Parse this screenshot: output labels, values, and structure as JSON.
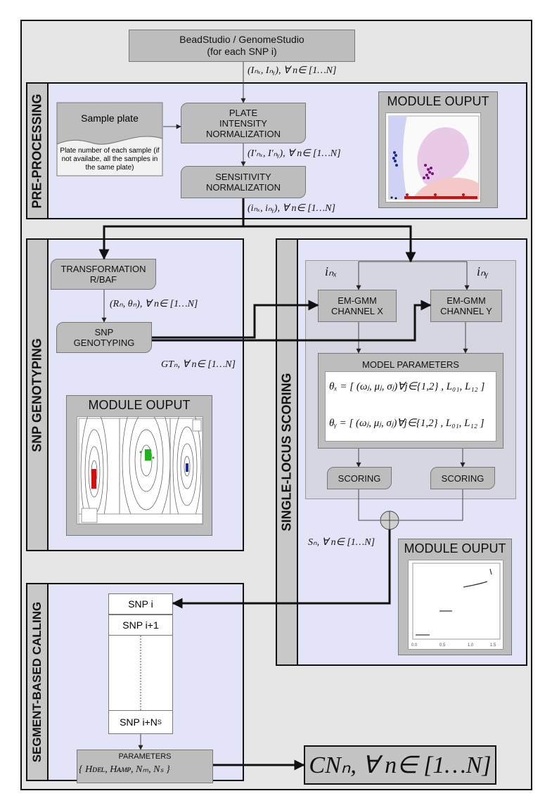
{
  "source": {
    "line1": "BeadStudio / GenomeStudio",
    "line2": "(for each SNP i)"
  },
  "formulas": {
    "raw": "(Iₙₓ, Iₙᵧ), ∀ n∈ [1…N]",
    "norm1": "(I′ₙₓ, I′ₙᵧ), ∀ n∈ [1…N]",
    "norm2": "(iₙₓ, iₙᵧ), ∀ n∈ [1…N]",
    "rtheta": "(Rₙ, θₙ), ∀ n∈ [1…N]",
    "gt": "GTₙ, ∀ n∈ [1…N]",
    "sn": "Sₙ, ∀ n∈ [1…N]",
    "inx": "iₙₓ",
    "iny": "iₙᵧ",
    "thetax": "θₓ = [ (ωⱼ, μⱼ, σⱼ)∀j∈{1,2} , L₀₁, L₁₂ ]",
    "thetay": "θᵧ = [ (ωⱼ, μⱼ, σⱼ)∀j∈{1,2} , L₀₁, L₁₂ ]",
    "params": "{ Hᴅᴇʟ, Hᴀᴍᴘ, Nₘ, Nₛ }",
    "result": "CNₙ, ∀ n∈ [1…N]"
  },
  "preprocessing": {
    "title": "PRE-PROCESSING",
    "sample_plate": "Sample plate",
    "plate_note": "Plate number of each sample (if not availabe, all the samples in the same plate)",
    "plate_norm_1": "PLATE",
    "plate_norm_2": "INTENSITY",
    "plate_norm_3": "NORMALIZATION",
    "sens_1": "SENSITIVITY",
    "sens_2": "NORMALIZATION",
    "module_output": "MODULE OUPUT"
  },
  "genotyping": {
    "title": "SNP GENOTYPING",
    "transform_1": "TRANSFORMATION",
    "transform_2": "R/BAF",
    "snp_1": "SNP",
    "snp_2": "GENOTYPING",
    "module_output": "MODULE OUPUT"
  },
  "scoring": {
    "title": "SINGLE-LOCUS SCORING",
    "emx_1": "EM-GMM",
    "emx_2": "CHANNEL X",
    "emy_1": "EM-GMM",
    "emy_2": "CHANNEL Y",
    "model_params": "MODEL PARAMETERS",
    "scoring_x": "SCORING",
    "scoring_y": "SCORING",
    "module_output": "MODULE OUPUT"
  },
  "segment": {
    "title": "SEGMENT-BASED CALLING",
    "snp_i": "SNP i",
    "snp_i1": "SNP i+1",
    "snp_ins": "SNP i+N",
    "snp_ins_sub": "S",
    "parameters": "PARAMETERS"
  },
  "colors": {
    "panel": "#e4e4f8",
    "box": "#bdbdbd",
    "side": "#c8c8c8",
    "outer": "#e6e6e6"
  }
}
